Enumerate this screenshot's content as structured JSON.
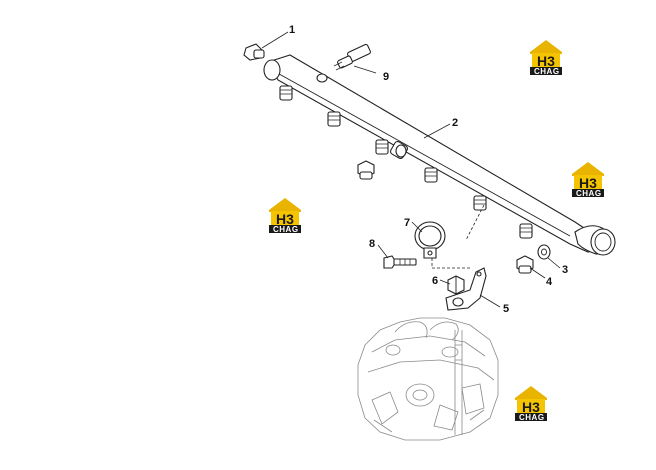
{
  "callouts": [
    {
      "id": "1",
      "label": "1"
    },
    {
      "id": "2",
      "label": "2"
    },
    {
      "id": "3",
      "label": "3"
    },
    {
      "id": "4",
      "label": "4"
    },
    {
      "id": "5",
      "label": "5"
    },
    {
      "id": "6",
      "label": "6"
    },
    {
      "id": "7",
      "label": "7"
    },
    {
      "id": "8",
      "label": "8"
    },
    {
      "id": "9",
      "label": "9"
    }
  ],
  "watermark": {
    "letters": "H3",
    "text": "CHAG",
    "colors": {
      "roof": "#e8b400",
      "tile": "#f5c400",
      "band": "#1a1a1a"
    }
  }
}
